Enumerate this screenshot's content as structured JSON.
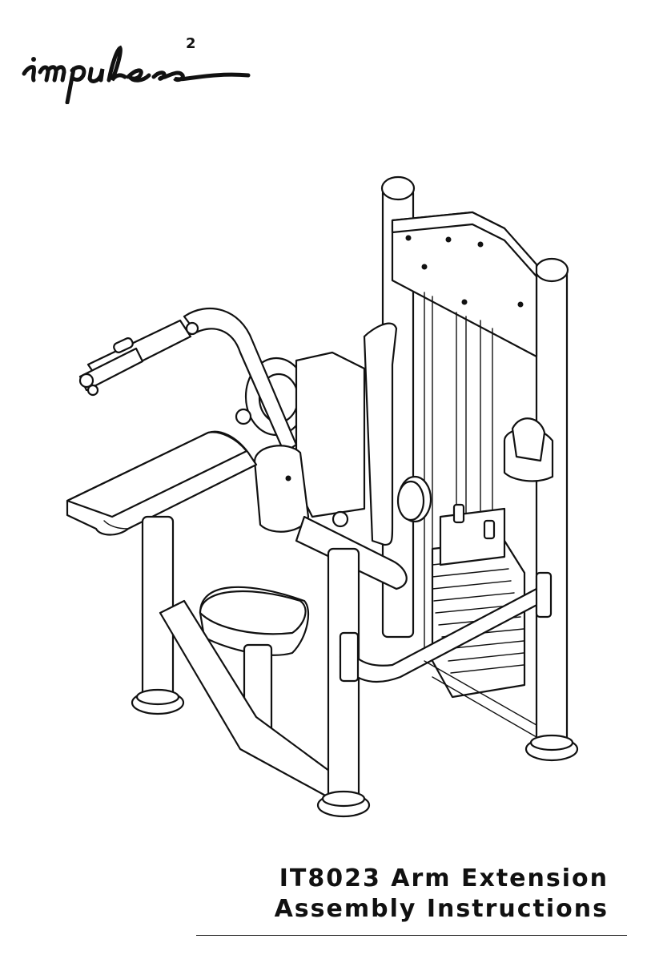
{
  "brand": {
    "logo_text": "impulse",
    "logo_superscript": "2",
    "logo_icon": "impulse-script-logo"
  },
  "illustration": {
    "icon": "arm-extension-machine-line-drawing"
  },
  "title": {
    "line1": "IT8023 Arm Extension",
    "line2": "Assembly Instructions"
  },
  "colors": {
    "ink": "#111111",
    "background": "#ffffff"
  }
}
